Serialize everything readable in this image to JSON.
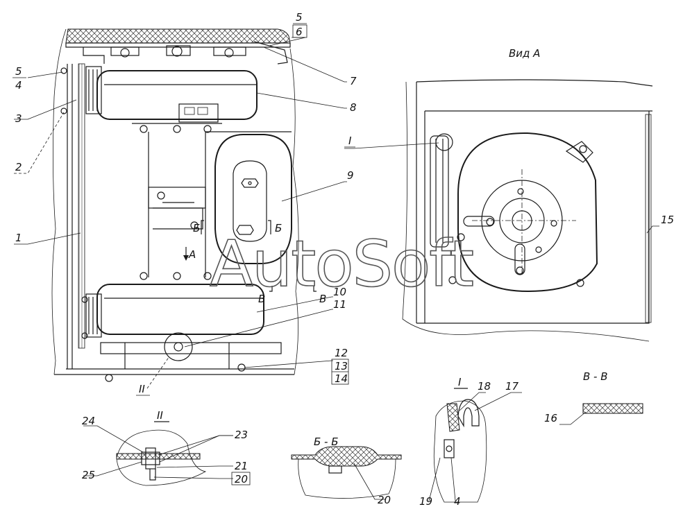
{
  "watermark": "AutoSoft",
  "views": {
    "view_a": "Вид А",
    "detail_1": "I",
    "detail_2": "II",
    "section_bb": "Б - Б",
    "section_vv": "В - В"
  },
  "markers": {
    "a_arrow": "A",
    "b_left": "Б",
    "b_right": "Б",
    "v_left": "В",
    "v_right": "В",
    "detail_1_ref": "I",
    "detail_2_ref": "II"
  },
  "callouts": [
    "1",
    "2",
    "3",
    "4",
    "5",
    "6",
    "7",
    "8",
    "9",
    "10",
    "11",
    "12",
    "13",
    "14",
    "15",
    "16",
    "17",
    "18",
    "19",
    "20",
    "21",
    "23",
    "24",
    "25"
  ],
  "callout_labels": {
    "c5a": "5",
    "c4a": "4",
    "c3": "3",
    "c2": "2",
    "c1": "1",
    "c5b": "5",
    "c6": "6",
    "c7": "7",
    "c8": "8",
    "c9": "9",
    "c10": "10",
    "c11": "11",
    "c12": "12",
    "c13": "13",
    "c14": "14",
    "c15": "15",
    "c16": "16",
    "c17": "17",
    "c18": "18",
    "c19": "19",
    "c4b": "4",
    "c20a": "20",
    "c20b": "20",
    "c21": "21",
    "c23": "23",
    "c24": "24",
    "c25": "25"
  }
}
